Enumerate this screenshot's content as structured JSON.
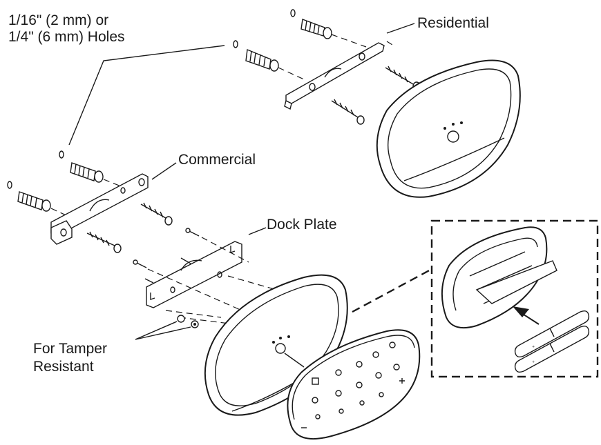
{
  "labels": {
    "holes_line1": "1/16\" (2 mm) or",
    "holes_line2": "1/4\" (6 mm) Holes",
    "residential": "Residential",
    "commercial": "Commercial",
    "dock_plate": "Dock Plate",
    "tamper_line1": "For Tamper",
    "tamper_line2": "Resistant"
  },
  "colors": {
    "line": "#1a1a1a",
    "background": "#ffffff"
  },
  "icons": [
    "wall-anchor-icon",
    "screw-icon",
    "aa-battery-icon",
    "arrow-icon"
  ]
}
